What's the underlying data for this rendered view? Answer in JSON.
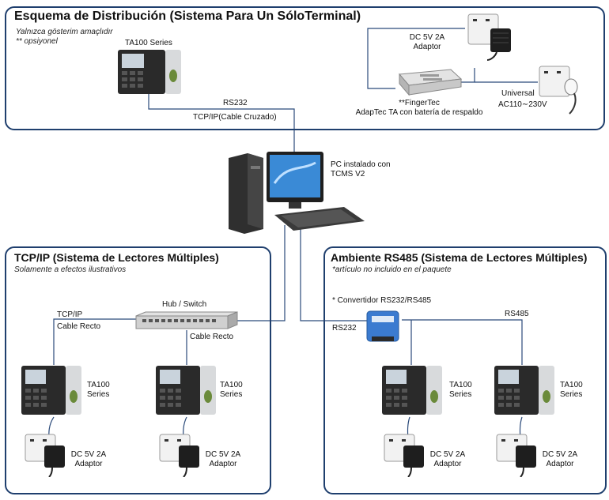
{
  "top_panel": {
    "title": "Esquema de Distribución (Sistema Para Un SóloTerminal)",
    "subtitle_line1": "Yalnızca gösterim amaçlıdır",
    "subtitle_line2": "** opsiyonel",
    "terminal_label": "TA100 Series",
    "wire_label_rs232": "RS232",
    "wire_label_tcpip": "TCP/IP(Cable Cruzado)",
    "adaptor_line1": "DC 5V 2A",
    "adaptor_line2": "Adaptor",
    "adaptec_line1": "**FingerTec",
    "adaptec_line2": "AdapTec TA con batería de respaldo",
    "universal_line1": "Universal",
    "universal_line2": "AC110∼230V"
  },
  "pc": {
    "label_line1": "PC instalado con",
    "label_line2": "TCMS V2"
  },
  "left_panel": {
    "title": "TCP/IP (Sistema de Lectores Múltiples)",
    "subtitle": "Solamente a efectos ilustrativos",
    "hub_label": "Hub / Switch",
    "wire_label_1a": "TCP/IP",
    "wire_label_1b": "Cable Recto",
    "wire_label_2": "Cable Recto",
    "terminals": [
      {
        "line1": "TA100",
        "line2": "Series"
      },
      {
        "line1": "TA100",
        "line2": "Series"
      }
    ],
    "adaptors": [
      {
        "line1": "DC 5V 2A",
        "line2": "Adaptor"
      },
      {
        "line1": "DC 5V 2A",
        "line2": "Adaptor"
      }
    ]
  },
  "right_panel": {
    "title": "Ambiente RS485 (Sistema de Lectores Múltiples)",
    "subtitle": "*artículo no incluido en el paquete",
    "converter_label": "* Convertidor RS232/RS485",
    "wire_label_rs232": "RS232",
    "wire_label_rs485": "RS485",
    "terminals": [
      {
        "line1": "TA100",
        "line2": "Series"
      },
      {
        "line1": "TA100",
        "line2": "Series"
      }
    ],
    "adaptors": [
      {
        "line1": "DC 5V 2A",
        "line2": "Adaptor"
      },
      {
        "line1": "DC 5V 2A",
        "line2": "Adaptor"
      }
    ]
  },
  "colors": {
    "frame": "#1f3f6e",
    "wire": "#2b4a7a",
    "terminal_body": "#2a2a2a",
    "terminal_side": "#d8dadc",
    "converter": "#3b7bd0"
  }
}
